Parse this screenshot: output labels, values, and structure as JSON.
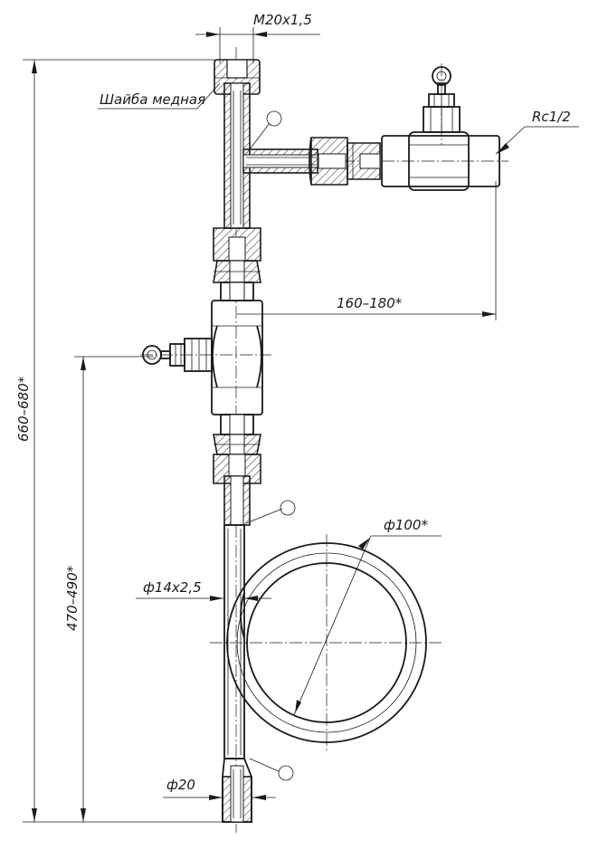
{
  "labels": {
    "thread_top": "M20x1,5",
    "washer": "Шайба медная",
    "thread_side": "Rc1/2",
    "horizontal_offset": "160–180*",
    "total_height": "660–680*",
    "lower_height": "470–490*",
    "loop_diameter": "ф100*",
    "tube_size": "ф14x2,5",
    "bottom_diameter": "ф20"
  }
}
